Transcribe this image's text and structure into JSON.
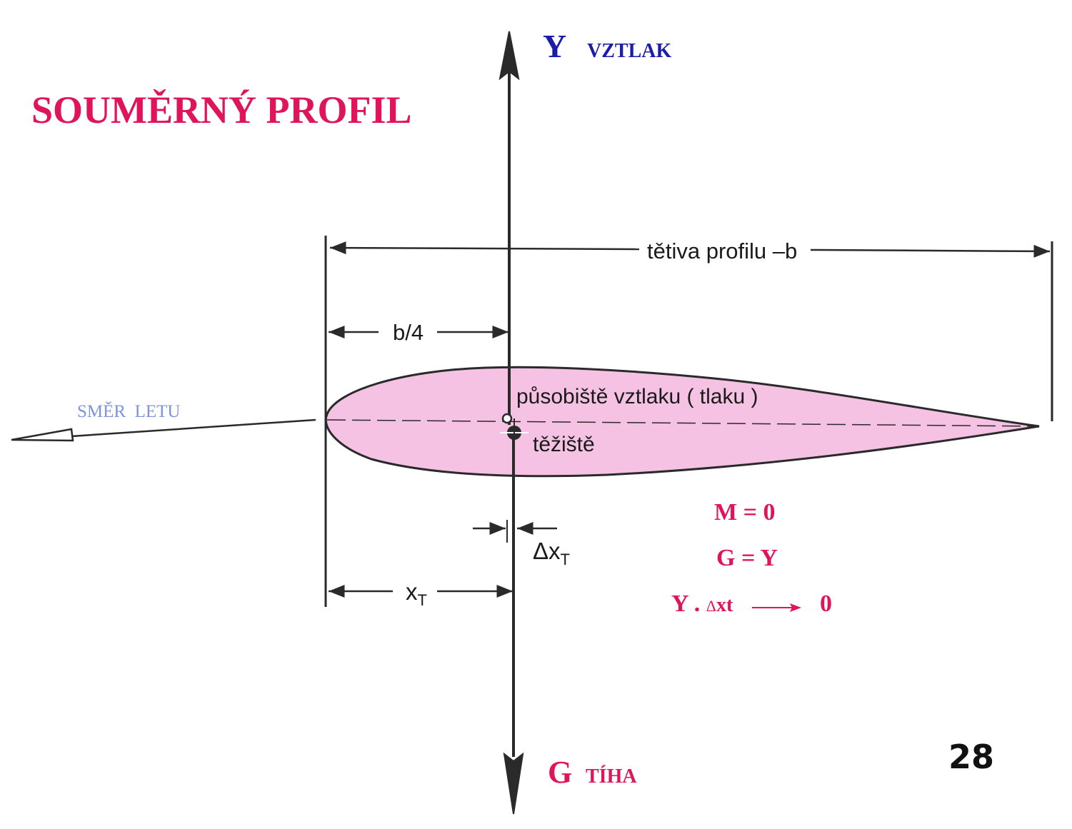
{
  "title": "SOUMĚRNÝ PROFIL",
  "axis_up": {
    "symbol": "Y",
    "label": "VZTLAK"
  },
  "axis_down": {
    "symbol": "G",
    "label": "TÍHA"
  },
  "flight_direction": "SMĚR  LETU",
  "chord_label": "tětiva profilu –b",
  "quarter_chord_label": "b/4",
  "pressure_center_label": "působiště vztlaku ( tlaku )",
  "center_of_gravity_label": "těžiště",
  "delta_label": {
    "main": "Δx",
    "sub": "T"
  },
  "xt_label": {
    "main": "x",
    "sub": "T"
  },
  "equations": {
    "moment": "M = 0",
    "force": "G = Y",
    "limit_left": "Y . ",
    "limit_delta": "Δ",
    "limit_var": "xt",
    "limit_right": "0"
  },
  "page_number": "28",
  "colors": {
    "title": "#e0145a",
    "axis_text": "#1c1cab",
    "flight_text": "#7f93de",
    "profile_fill": "#f5c2e4",
    "equation_text": "#e0145a",
    "line": "#2a2a2a"
  }
}
